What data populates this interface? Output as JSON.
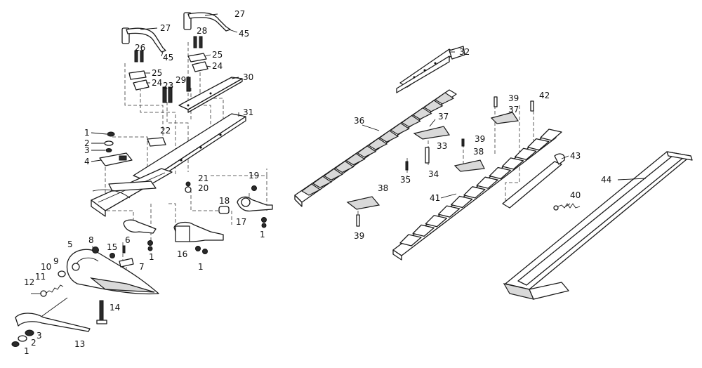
{
  "diagram": {
    "callouts": [
      {
        "id": "c1a",
        "text": "1"
      },
      {
        "id": "c2a",
        "text": "2"
      },
      {
        "id": "c3a",
        "text": "3"
      },
      {
        "id": "c4",
        "text": "4"
      },
      {
        "id": "c5",
        "text": "5"
      },
      {
        "id": "c6",
        "text": "6"
      },
      {
        "id": "c7",
        "text": "7"
      },
      {
        "id": "c8",
        "text": "8"
      },
      {
        "id": "c9",
        "text": "9"
      },
      {
        "id": "c10",
        "text": "10"
      },
      {
        "id": "c11",
        "text": "11"
      },
      {
        "id": "c12",
        "text": "12"
      },
      {
        "id": "c13",
        "text": "13"
      },
      {
        "id": "c14",
        "text": "14"
      },
      {
        "id": "c15",
        "text": "15"
      },
      {
        "id": "c16",
        "text": "16"
      },
      {
        "id": "c17",
        "text": "17"
      },
      {
        "id": "c18",
        "text": "18"
      },
      {
        "id": "c19",
        "text": "19"
      },
      {
        "id": "c20",
        "text": "20"
      },
      {
        "id": "c21",
        "text": "21"
      },
      {
        "id": "c22",
        "text": "22"
      },
      {
        "id": "c23",
        "text": "23"
      },
      {
        "id": "c24a",
        "text": "24"
      },
      {
        "id": "c24b",
        "text": "24"
      },
      {
        "id": "c25a",
        "text": "25"
      },
      {
        "id": "c25b",
        "text": "25"
      },
      {
        "id": "c26",
        "text": "26"
      },
      {
        "id": "c27a",
        "text": "27"
      },
      {
        "id": "c27b",
        "text": "27"
      },
      {
        "id": "c28",
        "text": "28"
      },
      {
        "id": "c29",
        "text": "29"
      },
      {
        "id": "c30",
        "text": "30"
      },
      {
        "id": "c31",
        "text": "31"
      },
      {
        "id": "c32",
        "text": "32"
      },
      {
        "id": "c33",
        "text": "33"
      },
      {
        "id": "c34",
        "text": "34"
      },
      {
        "id": "c35",
        "text": "35"
      },
      {
        "id": "c36",
        "text": "36"
      },
      {
        "id": "c37a",
        "text": "37"
      },
      {
        "id": "c37b",
        "text": "37"
      },
      {
        "id": "c38a",
        "text": "38"
      },
      {
        "id": "c38b",
        "text": "38"
      },
      {
        "id": "c39a",
        "text": "39"
      },
      {
        "id": "c39b",
        "text": "39"
      },
      {
        "id": "c39c",
        "text": "39"
      },
      {
        "id": "c40",
        "text": "40"
      },
      {
        "id": "c41",
        "text": "41"
      },
      {
        "id": "c42",
        "text": "42"
      },
      {
        "id": "c43",
        "text": "43"
      },
      {
        "id": "c44",
        "text": "44"
      },
      {
        "id": "c45a",
        "text": "45"
      },
      {
        "id": "c45b",
        "text": "45"
      },
      {
        "id": "c1b",
        "text": "1"
      },
      {
        "id": "c1c",
        "text": "1"
      },
      {
        "id": "c1d",
        "text": "1"
      },
      {
        "id": "c1e",
        "text": "1"
      },
      {
        "id": "c2b",
        "text": "2"
      },
      {
        "id": "c3b",
        "text": "3"
      }
    ]
  }
}
